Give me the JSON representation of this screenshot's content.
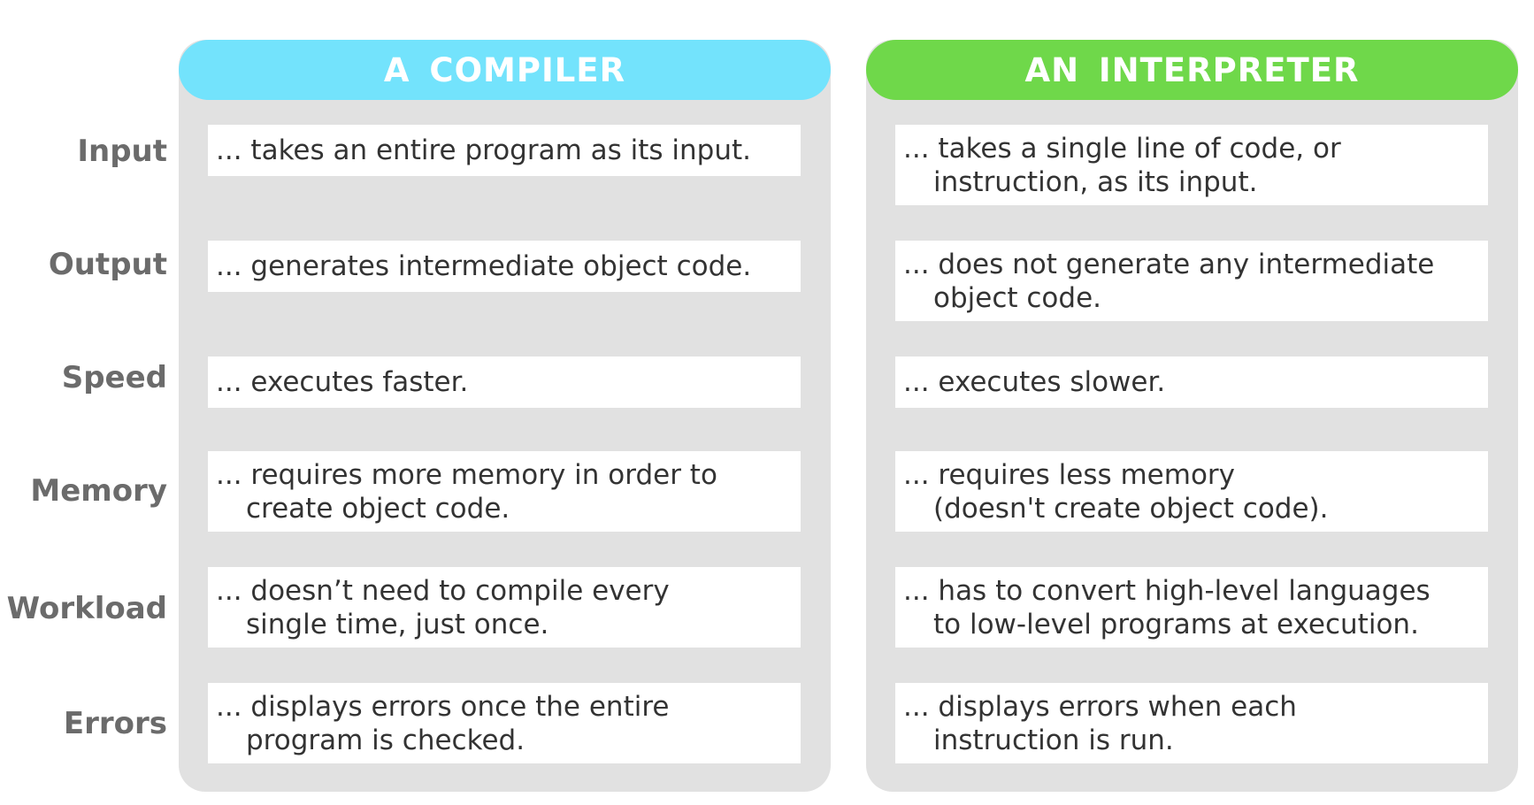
{
  "colors": {
    "compiler_header": "#73e3fc",
    "interpreter_header": "#6fd84a",
    "panel_background": "#e1e1e1",
    "cell_background": "#ffffff",
    "label_text": "#6b6b6b",
    "cell_text": "#333333"
  },
  "row_labels": [
    "Input",
    "Output",
    "Speed",
    "Memory",
    "Workload",
    "Errors"
  ],
  "compiler": {
    "title": "A COMPILER",
    "cells": [
      "... takes an entire program as its input.",
      "... generates intermediate object code.",
      "... executes faster.",
      "... requires more memory in order to\ncreate object code.",
      "... doesn’t need to compile every\nsingle time, just once.",
      "... displays errors once the entire\nprogram is checked."
    ]
  },
  "interpreter": {
    "title": "AN INTERPRETER",
    "cells": [
      "... takes a single line of code, or\ninstruction, as its input.",
      "... does not generate any intermediate\nobject code.",
      "... executes slower.",
      "... requires less memory\n(doesn't create object code).",
      "... has to convert high-level languages\nto low-level programs at execution.",
      "... displays errors when each\ninstruction is run."
    ]
  }
}
